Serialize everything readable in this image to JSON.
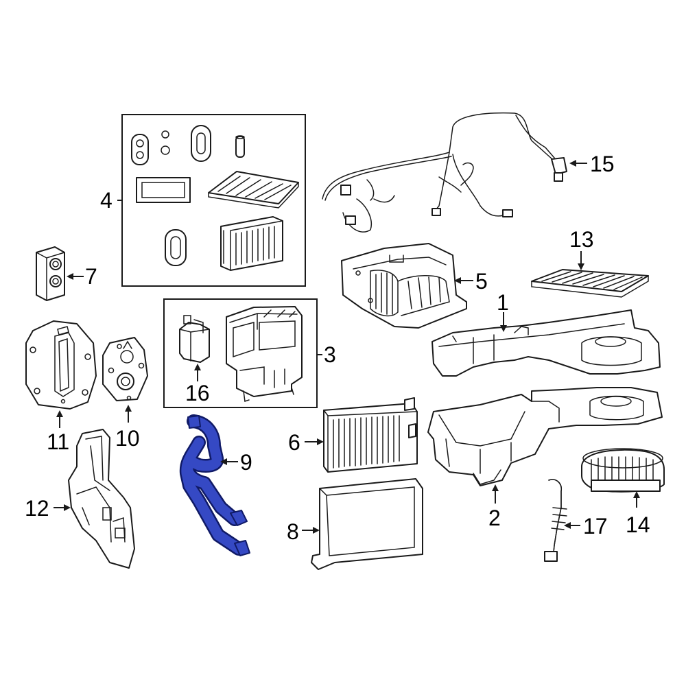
{
  "highlight_color": "#2f45c0",
  "line_color": "#1a1a1a",
  "callouts": {
    "c1": "1",
    "c2": "2",
    "c3": "3",
    "c4": "4",
    "c5": "5",
    "c6": "6",
    "c7": "7",
    "c8": "8",
    "c9": "9",
    "c10": "10",
    "c11": "11",
    "c12": "12",
    "c13": "13",
    "c14": "14",
    "c15": "15",
    "c16": "16",
    "c17": "17"
  },
  "highlighted_part": "9"
}
